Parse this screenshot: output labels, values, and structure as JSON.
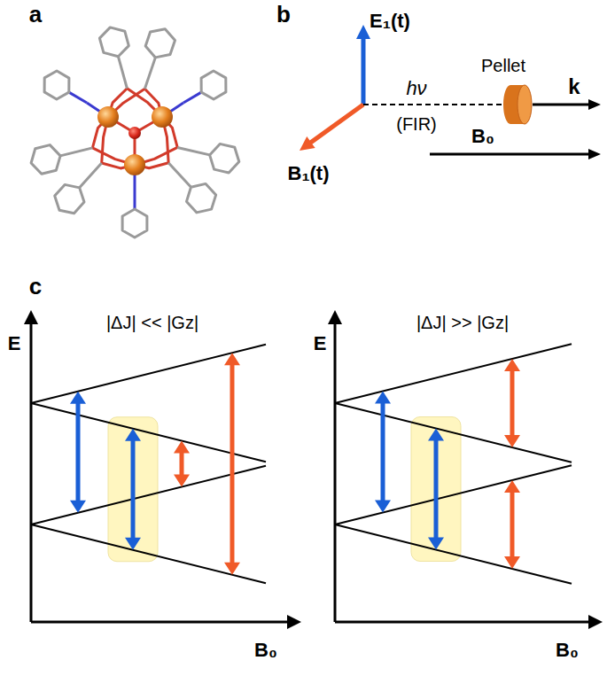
{
  "diagram": {
    "labels": [
      "a",
      "b",
      "E₁(t)",
      "hν",
      "Pellet",
      "k",
      "(FIR)",
      "B₁(t)",
      "B₀",
      "c",
      "|ΔJ| << |Gz|",
      "|ΔJ| >> |Gz|",
      "E",
      "E",
      "B₀",
      "B₀"
    ]
  }
}
